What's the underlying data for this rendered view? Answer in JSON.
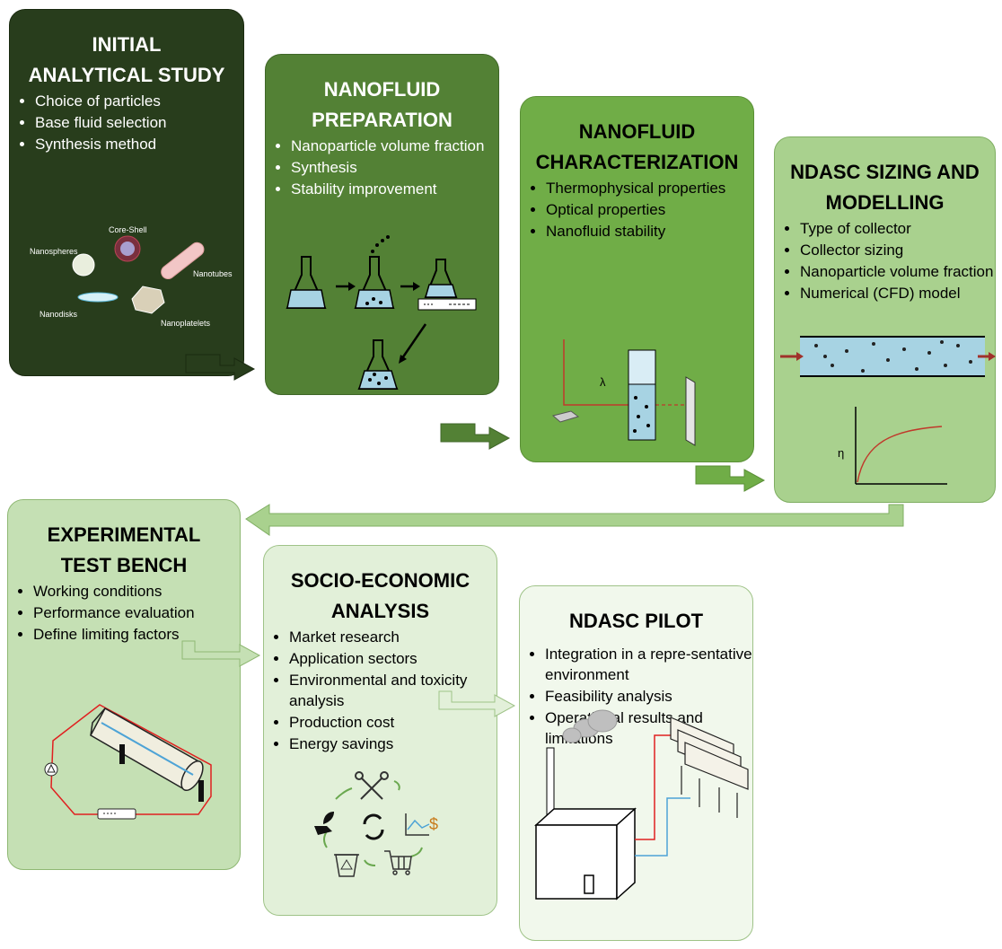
{
  "stages": [
    {
      "title_lines": [
        "INITIAL",
        "ANALYTICAL STUDY"
      ],
      "bullets": [
        "Choice of particles",
        "Base fluid selection",
        "Synthesis method"
      ]
    },
    {
      "title_lines": [
        "NANOFLUID",
        "PREPARATION"
      ],
      "bullets": [
        "Nanoparticle volume fraction",
        "Synthesis",
        "Stability improvement"
      ]
    },
    {
      "title_lines": [
        "NANOFLUID",
        "CHARACTERIZATION"
      ],
      "bullets": [
        "Thermophysical properties",
        "Optical properties",
        "Nanofluid stability"
      ]
    },
    {
      "title_lines": [
        "NDASC SIZING AND",
        "MODELLING"
      ],
      "bullets": [
        "Type of collector",
        "Collector sizing",
        "Nanoparticle volume fraction",
        "Numerical (CFD) model"
      ]
    },
    {
      "title_lines": [
        "EXPERIMENTAL",
        "TEST BENCH"
      ],
      "bullets": [
        "Working conditions",
        "Performance evaluation",
        "Define limiting factors"
      ]
    },
    {
      "title_lines": [
        "SOCIO-ECONOMIC",
        "ANALYSIS"
      ],
      "bullets": [
        "Market research",
        "Application sectors",
        "Environmental and toxicity analysis",
        "Production cost",
        "Energy savings"
      ]
    },
    {
      "title_lines": [
        "NDASC PILOT"
      ],
      "bullets": [
        "Integration in a repre-sentative environment",
        "Feasibility analysis",
        "Operational results and limitations"
      ]
    }
  ],
  "particle_labels": {
    "nanospheres": "Nanospheres",
    "core_shell": "Core-Shell",
    "nanotubes": "Nanotubes",
    "nanodisks": "Nanodisks",
    "nanoplatelets": "Nanoplatelets"
  },
  "char_labels": {
    "wavelength": "λ"
  },
  "model_labels": {
    "efficiency": "η"
  },
  "socio_labels": {
    "currency": "$"
  },
  "colors": {
    "accent_red": "#c0392b",
    "fluid_blue": "#a7d3e3",
    "arrow_green": "#6aa84f"
  }
}
